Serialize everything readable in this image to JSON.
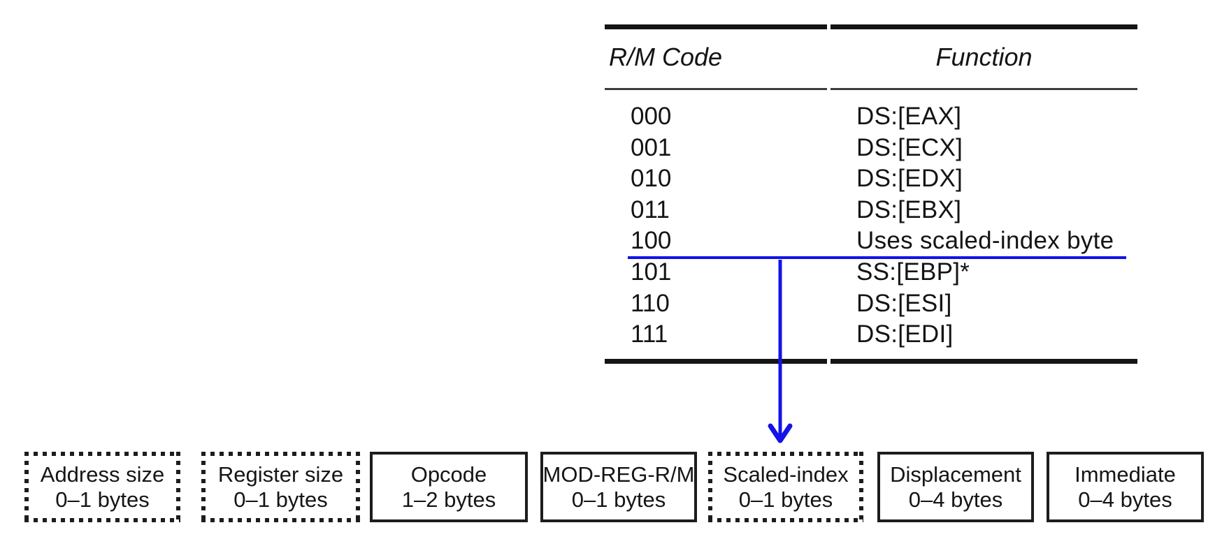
{
  "table": {
    "columns": [
      "R/M Code",
      "Function"
    ],
    "rows": [
      {
        "code": "000",
        "function": "DS:[EAX]"
      },
      {
        "code": "001",
        "function": "DS:[ECX]"
      },
      {
        "code": "010",
        "function": "DS:[EDX]"
      },
      {
        "code": "011",
        "function": "DS:[EBX]"
      },
      {
        "code": "100",
        "function": "Uses scaled-index byte"
      },
      {
        "code": "101",
        "function": "SS:[EBP]*"
      },
      {
        "code": "110",
        "function": "DS:[ESI]"
      },
      {
        "code": "111",
        "function": "DS:[EDI]"
      }
    ]
  },
  "annotation": {
    "color": "#1313e8",
    "underlined_row_code": "100",
    "arrow_points_to": "Scaled-index"
  },
  "instruction_format": {
    "boxes": [
      {
        "label": "Address size",
        "bytes": "0–1 bytes"
      },
      {
        "label": "Register size",
        "bytes": "0–1 bytes"
      },
      {
        "label": "Opcode",
        "bytes": "1–2 bytes"
      },
      {
        "label": "MOD-REG-R/M",
        "bytes": "0–1 bytes"
      },
      {
        "label": "Scaled-index",
        "bytes": "0–1 bytes"
      },
      {
        "label": "Displacement",
        "bytes": "0–4 bytes"
      },
      {
        "label": "Immediate",
        "bytes": "0–4 bytes"
      }
    ]
  }
}
